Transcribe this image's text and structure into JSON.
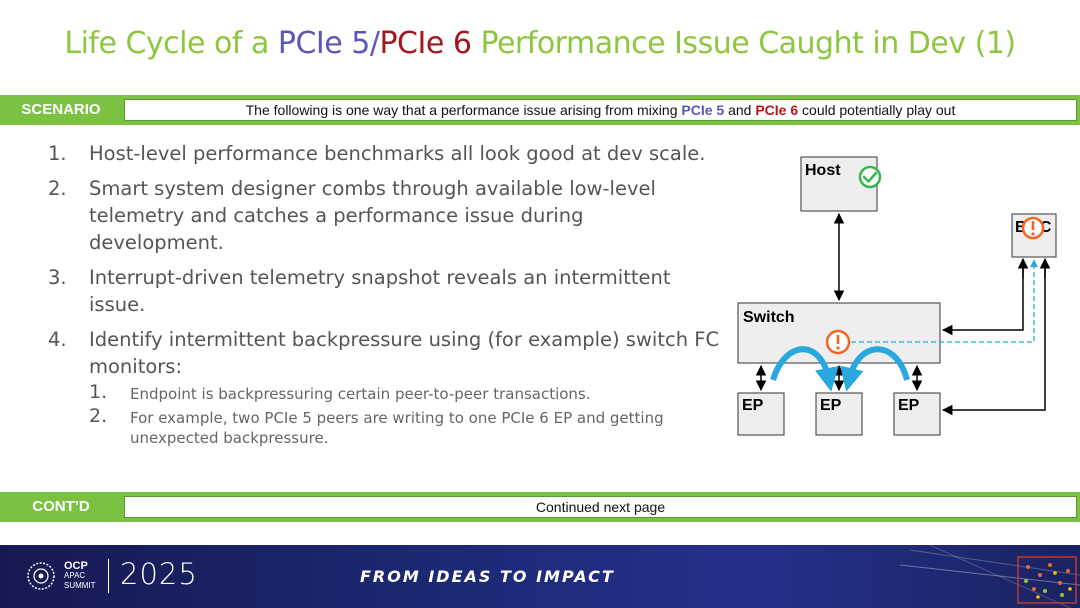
{
  "title": {
    "part1": "Life Cycle of a ",
    "pcie5": "PCIe 5",
    "slash": "/",
    "pcie6": "PCIe 6",
    "part2": " Performance Issue Caught in Dev (1)"
  },
  "scenario_bar": {
    "label": "SCENARIO",
    "text_before": "The following is one way that a performance issue arising from mixing ",
    "pcie5": "PCIe 5",
    "text_mid": " and ",
    "pcie6": "PCIe 6",
    "text_after": " could potentially play out"
  },
  "list": {
    "items": [
      {
        "num": "1.",
        "text": "Host-level performance benchmarks all look good at dev scale."
      },
      {
        "num": "2.",
        "text": "Smart system designer combs through available low-level telemetry and catches a performance issue during development."
      },
      {
        "num": "3.",
        "text": "Interrupt-driven telemetry snapshot reveals an intermittent issue."
      },
      {
        "num": "4.",
        "text": "Identify intermittent backpressure using (for example) switch FC monitors:"
      }
    ],
    "subitems": [
      {
        "num": "1.",
        "text": "Endpoint is backpressuring certain peer-to-peer transactions."
      },
      {
        "num": "2.",
        "text": "For example, two PCIe 5 peers are writing to one PCIe 6 EP and getting unexpected backpressure."
      }
    ]
  },
  "diagram": {
    "host_label": "Host",
    "bmc_label": "BMC",
    "switch_label": "Switch",
    "ep1_label": "EP",
    "ep2_label": "EP",
    "ep3_label": "EP",
    "ok_icon": "check-circle-icon",
    "alert_icon": "exclamation-circle-icon",
    "colors": {
      "ok": "#39b54a",
      "alert": "#f26522",
      "flow": "#29a8e0",
      "box_fill": "#eeeeee",
      "box_stroke": "#555555"
    }
  },
  "contd_bar": {
    "label": "CONT’D",
    "text": "Continued next page"
  },
  "footer": {
    "ocp_big": "OCP",
    "ocp_apac": "APAC",
    "ocp_summit": "SUMMIT",
    "year": "2025",
    "tagline": "FROM IDEAS TO IMPACT"
  },
  "colors": {
    "green": "#7cc242",
    "title_green": "#8dc63f",
    "pcie5_purple": "#5b57b8",
    "pcie6_red": "#a3161d",
    "footer_navy": "#1e2a78"
  }
}
